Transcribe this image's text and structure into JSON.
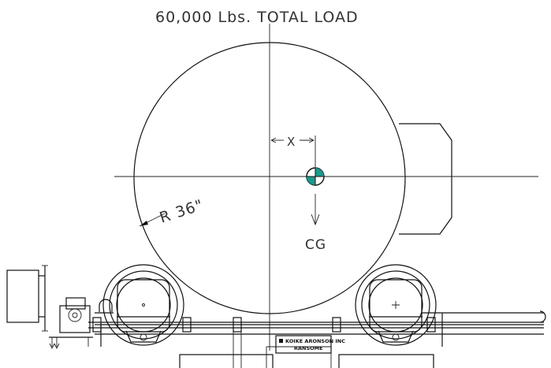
{
  "title": "60,000 Lbs. TOTAL LOAD",
  "labels": {
    "x_dimension": "X",
    "radius": "R 36\"",
    "center_of_gravity": "CG"
  },
  "nameplate": {
    "line1": "KOIKE ARONSON INC",
    "line2": "RANSOME"
  },
  "colors": {
    "line": "#111111",
    "cg_marker": "#1a9a8e"
  }
}
